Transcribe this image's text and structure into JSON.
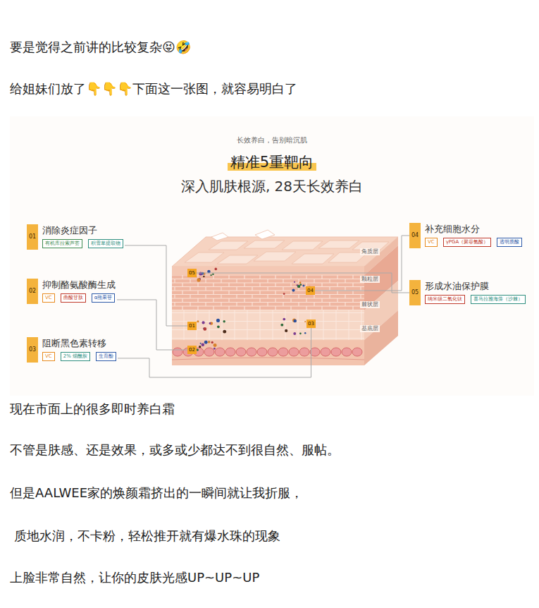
{
  "diagram": {
    "title": "精准5重靶向",
    "nodes": [
      {
        "text": [
          "01",
          "消除炎症因子"
        ]
      },
      {
        "text": [
          "有机库拉索芦荟"
        ],
        "in": 0
      },
      {
        "text": [
          "积雪草提取物"
        ],
        "in": 0
      },
      {
        "text": [
          "02",
          "抑制酪氨酸酶生成"
        ]
      },
      {
        "text": [
          "VC"
        ],
        "in": 3
      },
      {
        "text": [
          "曲酸甘肽"
        ],
        "in": 3
      },
      {
        "text": [
          "α熊果苷"
        ],
        "in": 3
      },
      {
        "text": [
          "03",
          "阻断黑色素转移"
        ]
      },
      {
        "text": [
          "VC"
        ],
        "in": 7
      },
      {
        "text": [
          "2% 烟酰胺"
        ],
        "in": 7
      },
      {
        "text": [
          "生育酚"
        ],
        "in": 7
      },
      {
        "text": [
          "04",
          "补充细胞水分"
        ]
      },
      {
        "text": [
          "VC"
        ],
        "in": 11
      },
      {
        "text": [
          "γPGA（聚谷氨酸）"
        ],
        "in": 11
      },
      {
        "text": [
          "透明质酸"
        ],
        "in": 11
      },
      {
        "text": [
          "05",
          "形成水油保护膜"
        ]
      },
      {
        "text": [
          "纳米级二氧化钛"
        ],
        "in": 15
      },
      {
        "text": [
          "喜马拉雅海藻（沙棘）"
        ],
        "in": 15
      },
      {
        "text": [
          "05"
        ]
      },
      {
        "text": [
          "04"
        ]
      },
      {
        "text": [
          "01"
        ]
      },
      {
        "text": [
          "03"
        ]
      },
      {
        "text": [
          "02"
        ]
      }
    ],
    "edges": [
      {
        "from": 0,
        "to": 20,
        "arrow": "none"
      },
      {
        "from": 3,
        "to": 22,
        "arrow": "none"
      },
      {
        "from": 7,
        "to": 21,
        "arrow": "none"
      },
      {
        "from": 11,
        "to": 19,
        "arrow": "none"
      },
      {
        "from": 15,
        "to": 18,
        "arrow": "none"
      }
    ],
    "labels": [
      "要是觉得之前讲的比较复杂😝🤣",
      "给姐妹们放了👇👇👇下面这一张图，就容易明白了",
      "长效养白，告别暗沉肌",
      "深入肌肤根源, 28天长效养白",
      "角质层",
      "颗粒层",
      "棘状层",
      "基底层",
      "现在市面上的很多即时养白霜",
      "不管是肤感、还是效果，或多或少都达不到很自然、服帖。",
      "但是AALWEE家的焕颜霜挤出的一瞬间就让我折服，",
      " 质地水润，不卡粉，轻松推开就有爆水珠的现象",
      "上脸非常自然，让你的皮肤光感UP~UP~UP"
    ]
  }
}
